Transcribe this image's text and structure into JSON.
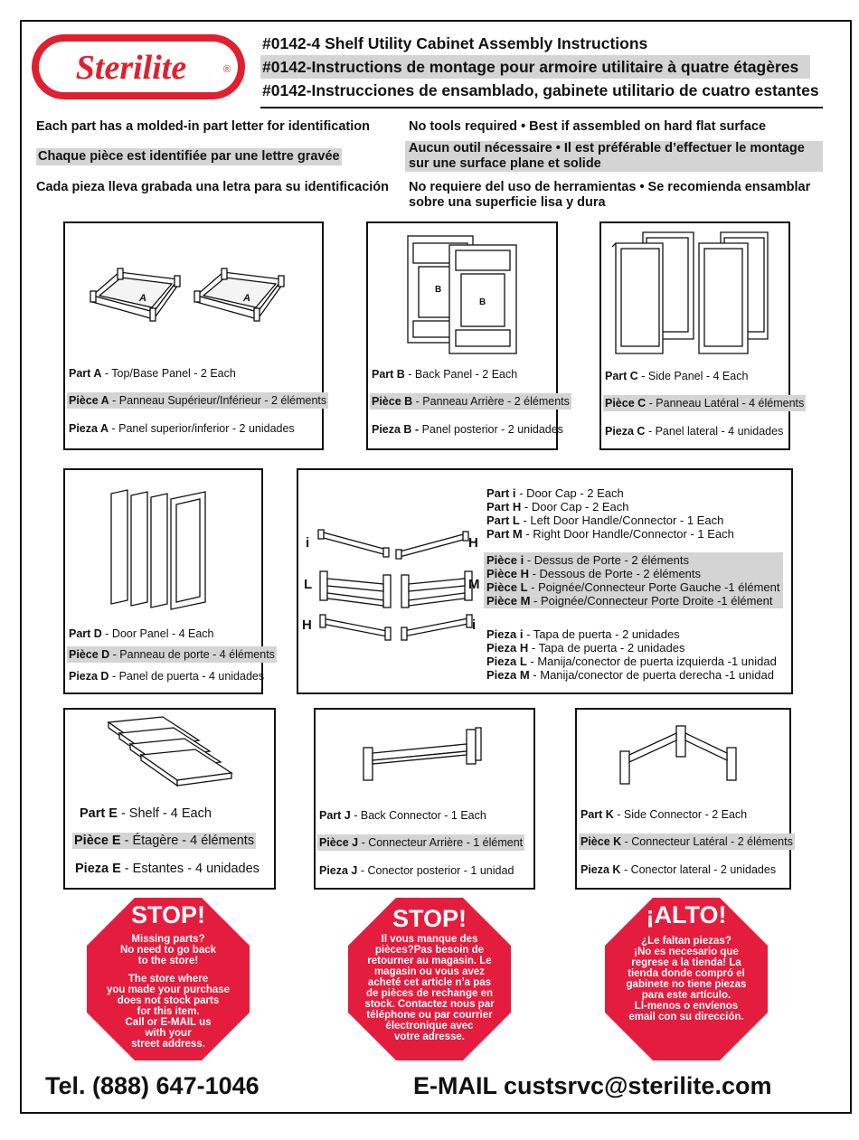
{
  "header": {
    "brand": "Sterilite",
    "brand_mark": "®",
    "title_en": "#0142-4 Shelf Utility Cabinet Assembly Instructions",
    "title_fr": "#0142-Instructions de montage pour armoire utilitaire à quatre étagères",
    "title_es": "#0142-Instrucciones de ensamblado, gabinete utilitario de cuatro estantes"
  },
  "intro": {
    "left": [
      "Each part has a molded-in part letter for identification",
      "Chaque pièce est identifiée par une lettre gravée",
      "Cada pieza lleva grabada una letra para su identificación"
    ],
    "right": [
      "No tools required • Best if assembled on hard flat surface",
      "Aucun outil nécessaire • Il est préférable d’effectuer le montage sur une surface plane et solide",
      "No requiere del uso de herramientas • Se recomienda ensamblar sobre una superficie lisa y dura"
    ]
  },
  "parts": {
    "a": {
      "letter": "A",
      "en": {
        "name": "Part A",
        "desc": " - Top/Base Panel - 2 Each"
      },
      "fr": {
        "name": "Pièce A",
        "desc": " - Panneau Supérieur/Inférieur - 2 éléments"
      },
      "es": {
        "name": "Pieza A",
        "desc": " - Panel superior/inferior - 2 unidades"
      }
    },
    "b": {
      "letter": "B",
      "en": {
        "name": "Part B",
        "desc": " - Back Panel - 2 Each"
      },
      "fr": {
        "name": "Pièce B",
        "desc": " - Panneau Arrière - 2 éléments"
      },
      "es": {
        "name": "Pieza B -",
        "desc": " Panel posterior - 2 unidades"
      }
    },
    "c": {
      "en": {
        "name": "Part C",
        "desc": " - Side Panel - 4 Each"
      },
      "fr": {
        "name": "Pièce C",
        "desc": " - Panneau Latéral - 4 éléments"
      },
      "es": {
        "name": "Pieza C",
        "desc": " - Panel lateral - 4 unidades"
      }
    },
    "d": {
      "en": {
        "name": "Part D",
        "desc": " - Door Panel - 4 Each"
      },
      "fr": {
        "name": "Pièce D",
        "desc": " - Panneau de porte - 4 éléments"
      },
      "es": {
        "name": "Pieza D",
        "desc": " - Panel de puerta - 4 unidades"
      }
    },
    "e": {
      "en": {
        "name": "Part E",
        "desc": " - Shelf - 4 Each"
      },
      "fr": {
        "name": "Pièce E",
        "desc": " - Étagère - 4 éléments"
      },
      "es": {
        "name": "Pieza E",
        "desc": " - Estantes - 4 unidades"
      }
    },
    "j": {
      "en": {
        "name": "Part J",
        "desc": " - Back Connector - 1 Each"
      },
      "fr": {
        "name": "Pièce J",
        "desc": " - Connecteur Arrière - 1 élément"
      },
      "es": {
        "name": "Pieza J",
        "desc": " - Conector posterior - 1 unidad"
      }
    },
    "k": {
      "en": {
        "name": "Part K",
        "desc": " - Side Connector - 2 Each"
      },
      "fr": {
        "name": "Pièce K",
        "desc": " - Connecteur Latéral - 2 éléments"
      },
      "es": {
        "name": "Pieza K",
        "desc": " - Conector lateral  - 2 unidades"
      }
    }
  },
  "connectors": {
    "letters": {
      "i_top": "i",
      "h_top": "H",
      "l": "L",
      "m": "M",
      "h_bottom": "H",
      "i_bottom": "i"
    },
    "en": [
      {
        "name": "Part i",
        "desc": " - Door Cap - 2 Each"
      },
      {
        "name": "Part H",
        "desc": " - Door Cap - 2 Each"
      },
      {
        "name": "Part L",
        "desc": " - Left Door Handle/Connector - 1 Each"
      },
      {
        "name": "Part M",
        "desc": " - Right Door Handle/Connector - 1 Each"
      }
    ],
    "fr": [
      {
        "name": "Pièce i",
        "desc": " - Dessus de Porte - 2 éléments"
      },
      {
        "name": "Pièce H",
        "desc": " - Dessous de Porte - 2 éléments"
      },
      {
        "name": "Pièce L",
        "desc": " - Poignée/Connecteur Porte Gauche -1 élément"
      },
      {
        "name": "Pièce M",
        "desc": " - Poignée/Connecteur Porte Droite -1 élément"
      }
    ],
    "es": [
      {
        "name": "Pieza i",
        "desc": " - Tapa de puerta - 2 unidades"
      },
      {
        "name": "Pieza H",
        "desc": " - Tapa de puerta - 2 unidades"
      },
      {
        "name": "Pieza L",
        "desc": " - Manija/conector de puerta izquierda -1 unidad"
      },
      {
        "name": "Pieza M",
        "desc": " - Manija/conector de puerta derecha -1 unidad"
      }
    ]
  },
  "stops": {
    "en": {
      "head": "STOP!",
      "lines": [
        "Missing parts?",
        "No need to go back",
        "to the store!",
        "",
        "The store where",
        "you made your purchase",
        "does not stock parts",
        "for this item.",
        "Call or E-MAIL us",
        "with your",
        "street address."
      ]
    },
    "fr": {
      "head": "STOP!",
      "lines": [
        "Il vous manque des",
        "pièces?Pas besoin de",
        "retourner au magasin. Le",
        "magasin ou vous avez",
        "acheté cet article n’a pas",
        "de pièces de rechange en",
        "stock. Contactez nous par",
        "téléphone ou par courrier",
        "électronique avec",
        "votre adresse."
      ]
    },
    "es": {
      "head": "¡ALTO!",
      "lines": [
        "¿Le faltan piezas?",
        "¡No es necesario que",
        "regrese a la tienda! La",
        "tienda donde compró el",
        "gabinete no tiene piezas",
        "para este artículo.",
        "Ll-menos o envíenos",
        "email con su dirección."
      ]
    }
  },
  "footer": {
    "phone": "Tel. (888) 647-1046",
    "email": "E-MAIL custsrvc@sterilite.com"
  },
  "colors": {
    "brand_red": "#e0202e",
    "stop_red": "#e41d3e",
    "shade": "#d4d4d4"
  }
}
